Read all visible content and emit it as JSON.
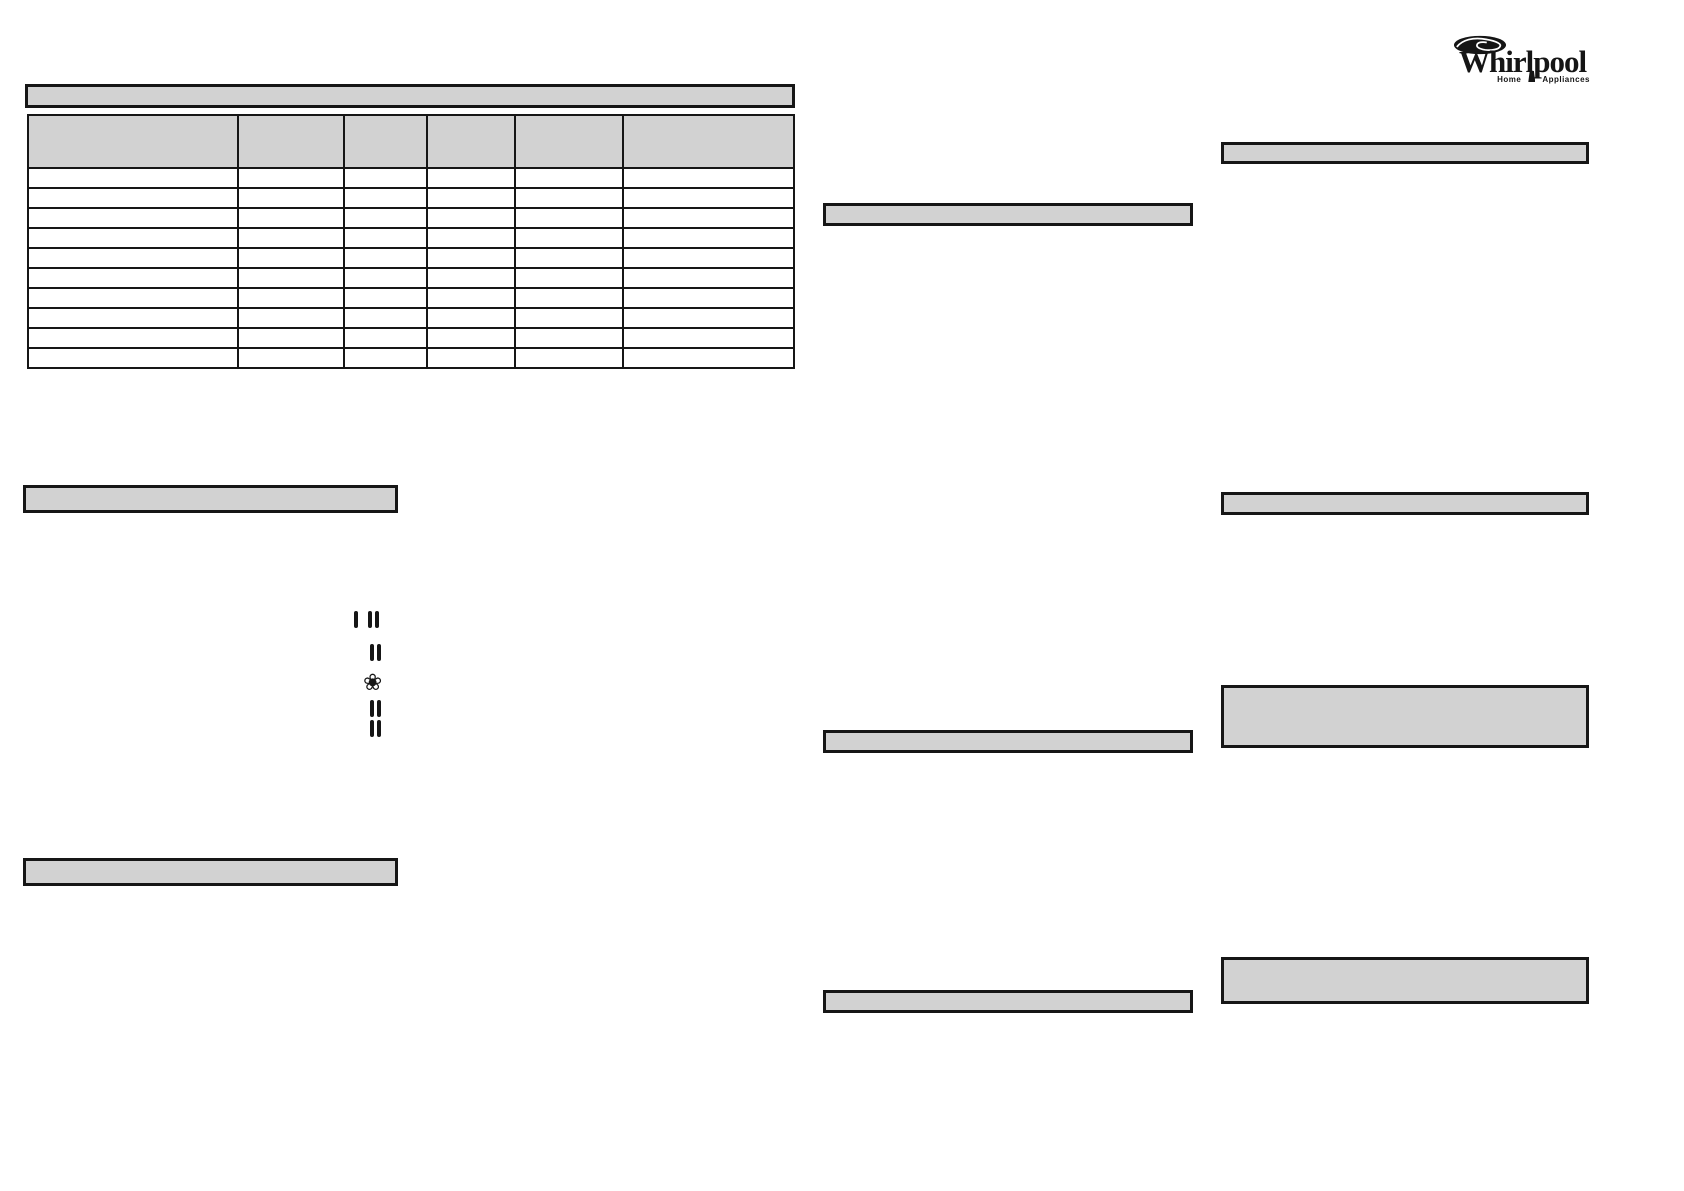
{
  "colors": {
    "bar_fill": "#d2d2d2",
    "border": "#161616",
    "ink": "#151515",
    "page_background": "#ffffff"
  },
  "logo": {
    "brand": "Whirlpool",
    "tagline_left": "Home",
    "tagline_right": "Appliances",
    "swirl_icon": "whirlpool-swirl-icon"
  },
  "table": {
    "title": "",
    "headers": [
      "",
      "",
      "",
      "",
      "",
      ""
    ],
    "rows": [
      [
        "",
        "",
        "",
        "",
        "",
        ""
      ],
      [
        "",
        "",
        "",
        "",
        "",
        ""
      ],
      [
        "",
        "",
        "",
        "",
        "",
        ""
      ],
      [
        "",
        "",
        "",
        "",
        "",
        ""
      ],
      [
        "",
        "",
        "",
        "",
        "",
        ""
      ],
      [
        "",
        "",
        "",
        "",
        "",
        ""
      ],
      [
        "",
        "",
        "",
        "",
        "",
        ""
      ],
      [
        "",
        "",
        "",
        "",
        "",
        ""
      ],
      [
        "",
        "",
        "",
        "",
        "",
        ""
      ],
      [
        "",
        "",
        "",
        "",
        "",
        ""
      ]
    ]
  },
  "headings": {
    "left_1": "",
    "left_2": "",
    "middle_1": "",
    "middle_2": "",
    "middle_3": "",
    "right_1": "",
    "right_2": "",
    "right_3": "",
    "right_4": ""
  },
  "symbols": {
    "flower_glyph": "❀",
    "rows": [
      {
        "target": "sym-row-1",
        "groups": [
          1,
          2
        ],
        "meaning": "thermostat-setting-I-II"
      },
      {
        "target": "sym-row-2",
        "groups": [
          2
        ],
        "meaning": "thermostat-setting-II"
      },
      {
        "target": "sym-flower",
        "glyph": "❀",
        "meaning": "florette-symbol"
      },
      {
        "target": "sym-row-3",
        "groups": [
          2
        ],
        "meaning": "thermostat-setting-II"
      },
      {
        "target": "sym-row-4",
        "groups": [
          2
        ],
        "meaning": "thermostat-setting-II"
      }
    ]
  }
}
